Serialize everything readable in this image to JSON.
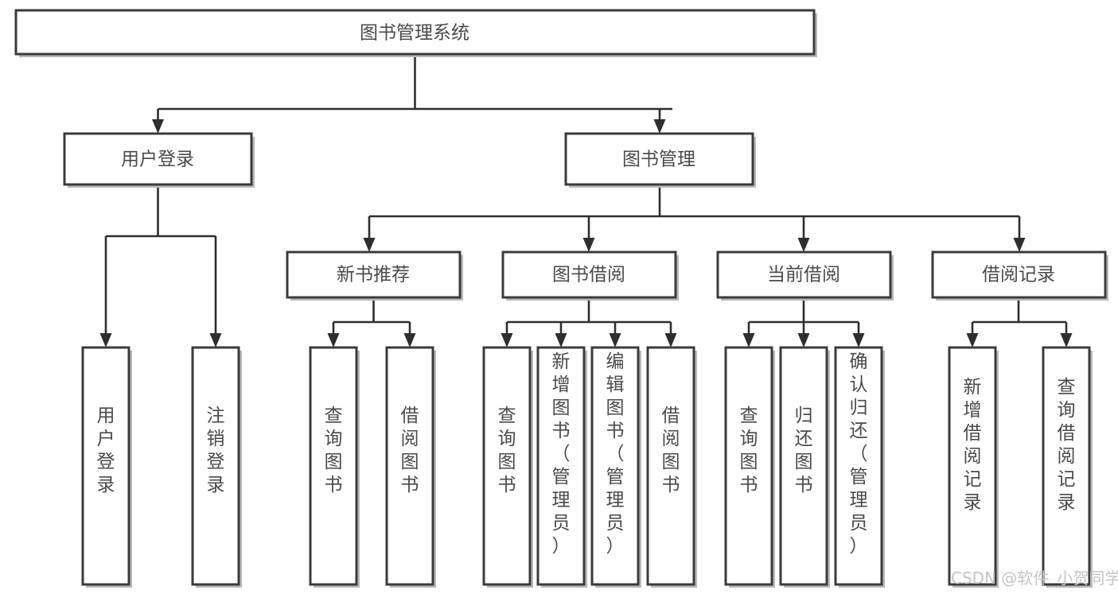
{
  "diagram": {
    "title": "图书管理系统",
    "type": "tree-hierarchy",
    "orientation": "top-down",
    "levels": 4,
    "root": {
      "id": "root",
      "label": "图书管理系统",
      "orientation": "horizontal"
    },
    "level2": [
      {
        "id": "user-login",
        "label": "用户登录",
        "orientation": "horizontal"
      },
      {
        "id": "book-manage",
        "label": "图书管理",
        "orientation": "horizontal"
      }
    ],
    "level3": [
      {
        "id": "new-book-recommend",
        "label": "新书推荐",
        "parent": "book-manage",
        "orientation": "horizontal"
      },
      {
        "id": "book-borrow",
        "label": "图书借阅",
        "parent": "book-manage",
        "orientation": "horizontal"
      },
      {
        "id": "current-borrow",
        "label": "当前借阅",
        "parent": "book-manage",
        "orientation": "horizontal"
      },
      {
        "id": "borrow-record",
        "label": "借阅记录",
        "parent": "book-manage",
        "orientation": "horizontal"
      }
    ],
    "leaves": [
      {
        "id": "leaf-user-login",
        "label": "用户登录",
        "parent": "user-login",
        "orientation": "vertical"
      },
      {
        "id": "leaf-logout",
        "label": "注销登录",
        "parent": "user-login",
        "orientation": "vertical"
      },
      {
        "id": "leaf-query-book-1",
        "label": "查询图书",
        "parent": "new-book-recommend",
        "orientation": "vertical"
      },
      {
        "id": "leaf-borrow-book-1",
        "label": "借阅图书",
        "parent": "new-book-recommend",
        "orientation": "vertical"
      },
      {
        "id": "leaf-query-book-2",
        "label": "查询图书",
        "parent": "book-borrow",
        "orientation": "vertical"
      },
      {
        "id": "leaf-add-book",
        "label": "新增图书（管理员）",
        "parent": "book-borrow",
        "orientation": "vertical"
      },
      {
        "id": "leaf-edit-book",
        "label": "编辑图书（管理员）",
        "parent": "book-borrow",
        "orientation": "vertical"
      },
      {
        "id": "leaf-borrow-book-2",
        "label": "借阅图书",
        "parent": "book-borrow",
        "orientation": "vertical"
      },
      {
        "id": "leaf-query-book-3",
        "label": "查询图书",
        "parent": "current-borrow",
        "orientation": "vertical"
      },
      {
        "id": "leaf-return-book",
        "label": "归还图书",
        "parent": "current-borrow",
        "orientation": "vertical"
      },
      {
        "id": "leaf-confirm-return",
        "label": "确认归还（管理员）",
        "parent": "current-borrow",
        "orientation": "vertical"
      },
      {
        "id": "leaf-add-record",
        "label": "新增借阅记录",
        "parent": "borrow-record",
        "orientation": "vertical"
      },
      {
        "id": "leaf-query-record",
        "label": "查询借阅记录",
        "parent": "borrow-record",
        "orientation": "vertical"
      }
    ]
  },
  "watermark": {
    "text": "CSDN @软件_小贺同学"
  },
  "colors": {
    "box_fill": "#ffffff",
    "box_stroke": "#3b3b3b",
    "connector": "#2e2e2e",
    "text": "#4a4a4a",
    "watermark": "#c4c4c4",
    "background": "#ffffff"
  }
}
